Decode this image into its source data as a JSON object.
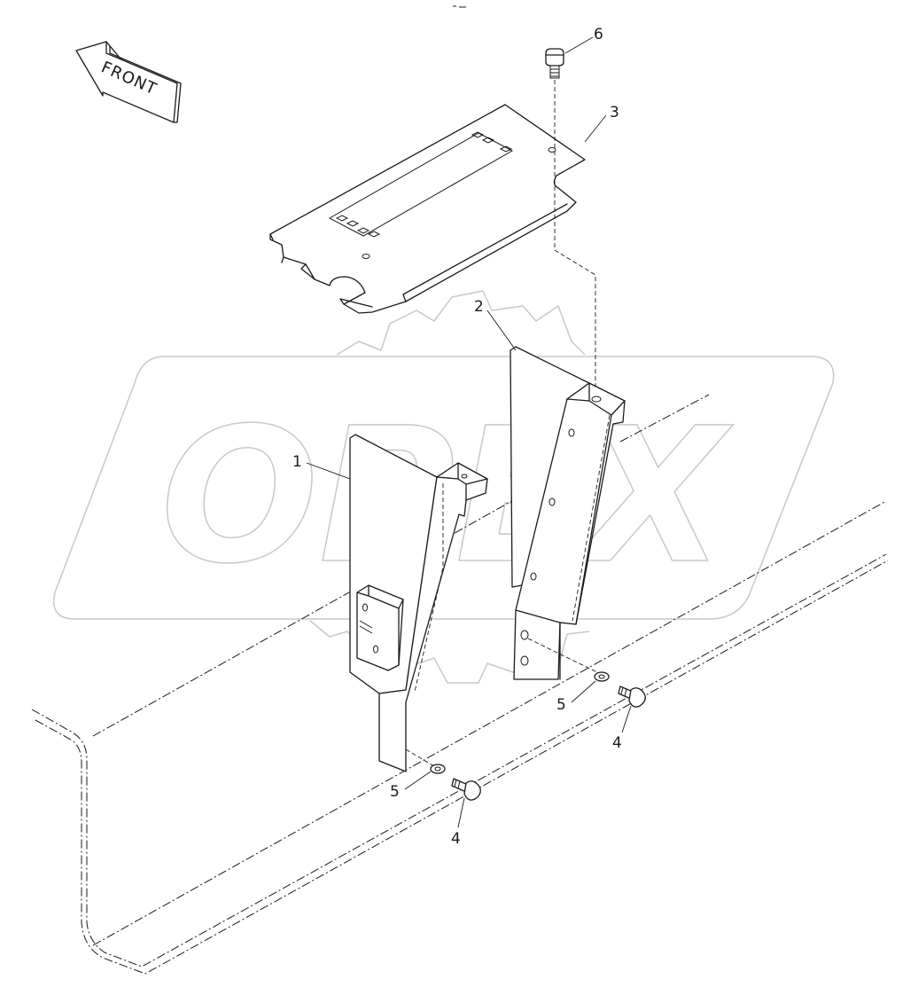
{
  "direction_label": "FRONT",
  "watermark_text": "OPEX",
  "callouts": {
    "part1": "1",
    "part2": "2",
    "part3": "3",
    "part4_left": "4",
    "part4_right": "4",
    "part5_left": "5",
    "part5_right": "5",
    "part6": "6"
  },
  "colors": {
    "line": "#1a1a1a",
    "watermark": "#c8c8c8",
    "background": "#ffffff"
  }
}
